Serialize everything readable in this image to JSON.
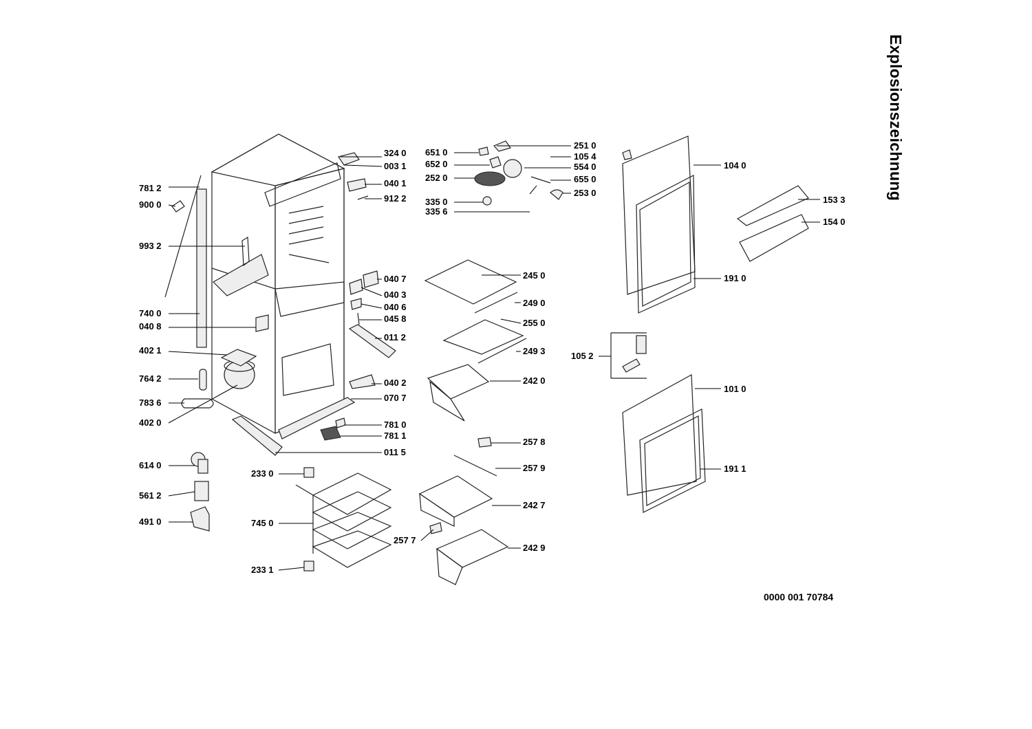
{
  "title": "Explosionszeichnung",
  "document_number": "0000 001 70784",
  "part_labels": [
    "324 0",
    "003 1",
    "040 1",
    "912 2",
    "781 2",
    "900 0",
    "993 2",
    "740 0",
    "040 8",
    "402 1",
    "764 2",
    "783 6",
    "402 0",
    "040 7",
    "040 3",
    "040 6",
    "045 8",
    "011 2",
    "040 2",
    "070 7",
    "781 0",
    "781 1",
    "011 5",
    "614 0",
    "561 2",
    "491 0",
    "233 0",
    "745 0",
    "233 1",
    "651 0",
    "652 0",
    "252 0",
    "335 0",
    "335 6",
    "251 0",
    "105 4",
    "554 0",
    "655 0",
    "253 0",
    "245 0",
    "249 0",
    "255 0",
    "249 3",
    "242 0",
    "257 8",
    "257 9",
    "242 7",
    "257 7",
    "242 9",
    "104 0",
    "153 3",
    "154 0",
    "191 0",
    "105 2",
    "101 0",
    "191 1"
  ]
}
